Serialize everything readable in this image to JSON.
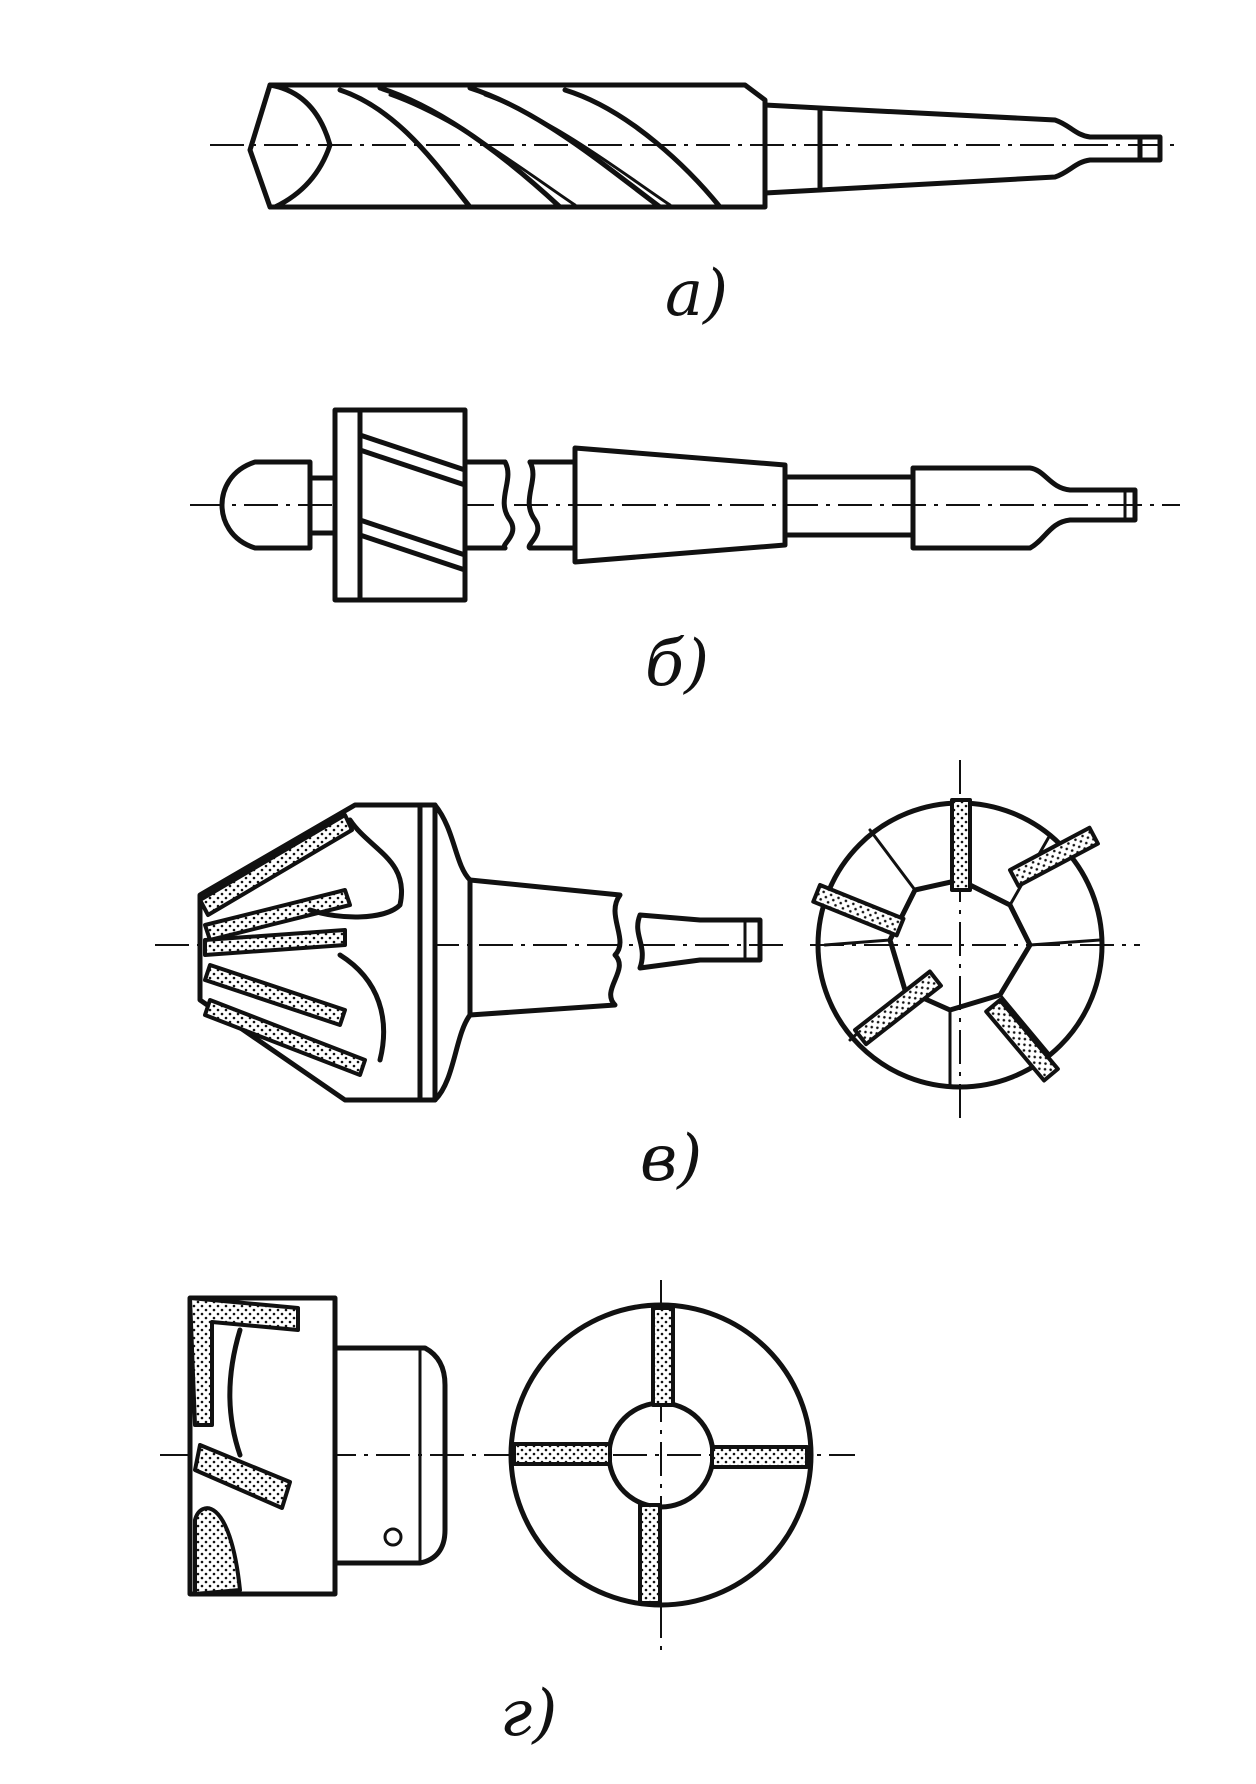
{
  "figures": [
    {
      "id": "a",
      "label": "а)",
      "description_name": "twist-drill"
    },
    {
      "id": "b",
      "label": "б)",
      "description_name": "countersink-cutter"
    },
    {
      "id": "v",
      "label": "в)",
      "description_name": "conical-countersink"
    },
    {
      "id": "g",
      "label": "г)",
      "description_name": "core-drill"
    }
  ],
  "colors": {
    "ink": "#111111",
    "paper": "#ffffff"
  }
}
